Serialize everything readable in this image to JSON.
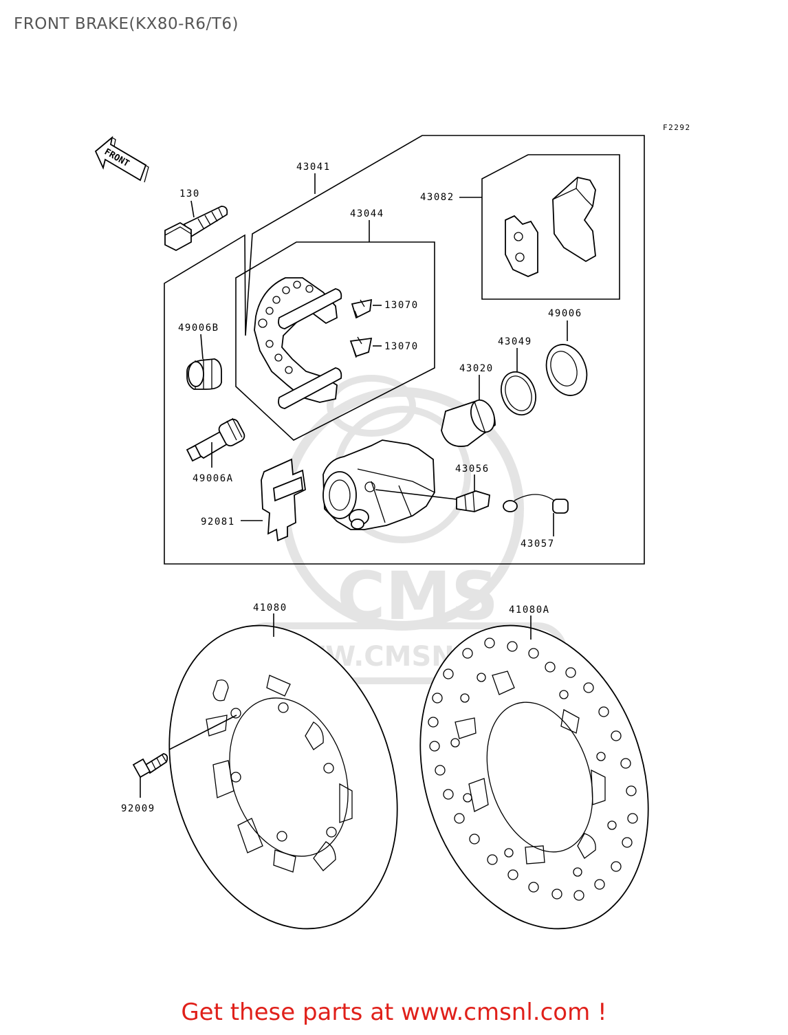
{
  "page": {
    "title": "FRONT BRAKE(KX80-R6/T6)",
    "figure_code": "F2292",
    "front_marker": "FRONT",
    "promo_text": "Get these parts at www.cmsnl.com !"
  },
  "watermark": {
    "brand": "CMS",
    "url": "WWW.CMSNL.COM"
  },
  "parts": [
    {
      "ref": "43041"
    },
    {
      "ref": "130"
    },
    {
      "ref": "43044"
    },
    {
      "ref": "43082"
    },
    {
      "ref": "13070"
    },
    {
      "ref": "13070"
    },
    {
      "ref": "49006B"
    },
    {
      "ref": "49006"
    },
    {
      "ref": "43049"
    },
    {
      "ref": "43020"
    },
    {
      "ref": "49006A"
    },
    {
      "ref": "43056"
    },
    {
      "ref": "92081"
    },
    {
      "ref": "43057"
    },
    {
      "ref": "41080"
    },
    {
      "ref": "41080A"
    },
    {
      "ref": "92009"
    }
  ],
  "colors": {
    "title": "#555555",
    "promo": "#e0201a",
    "lines": "#000000",
    "watermark": "#e2e2e2"
  }
}
